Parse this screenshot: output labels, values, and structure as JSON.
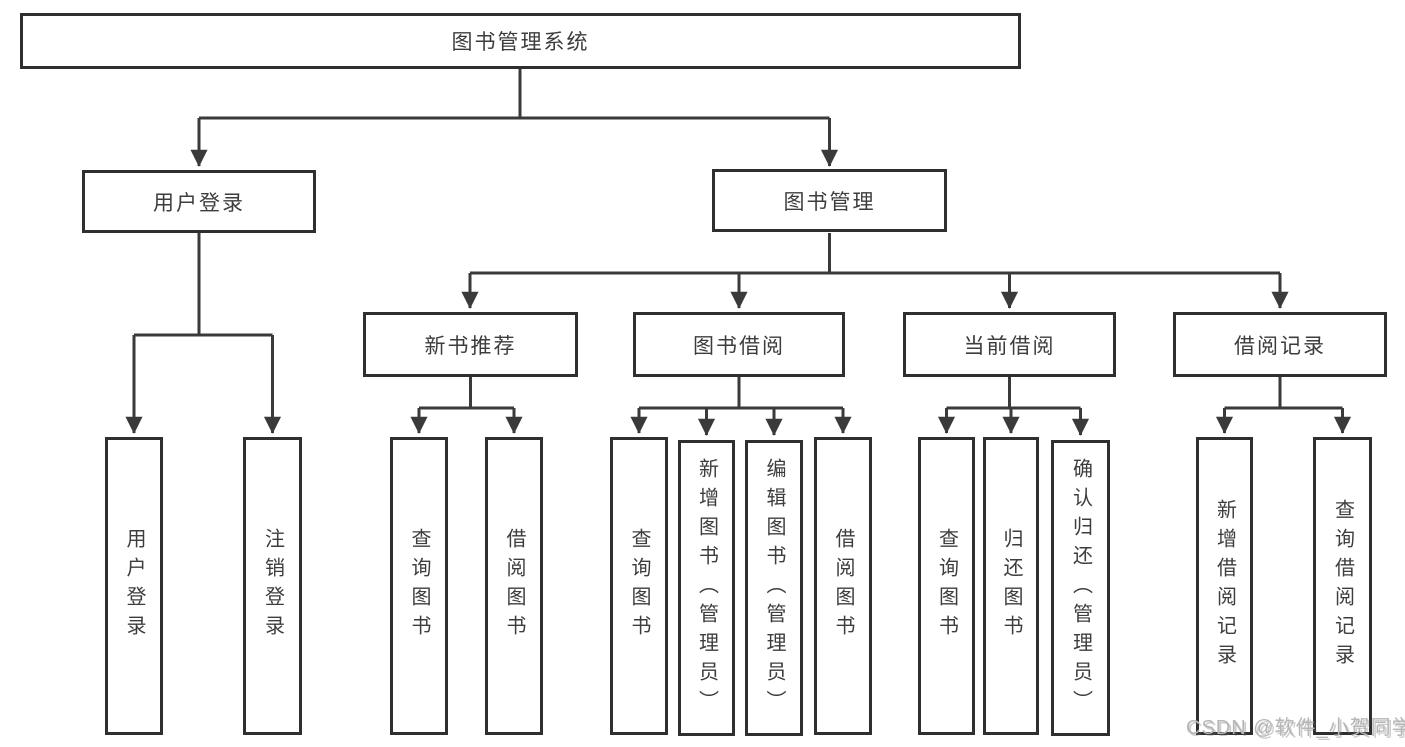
{
  "diagram": {
    "title": "图书管理系统",
    "root": {
      "label": "图书管理系统"
    },
    "level2": [
      {
        "label": "用户登录",
        "leaves": [
          "用户登录",
          "注销登录"
        ]
      },
      {
        "label": "图书管理"
      }
    ],
    "level3": [
      {
        "label": "新书推荐",
        "leaves": [
          "查询图书",
          "借阅图书"
        ]
      },
      {
        "label": "图书借阅",
        "leaves": [
          "查询图书",
          "新增图书（管理员）",
          "编辑图书（管理员）",
          "借阅图书"
        ]
      },
      {
        "label": "当前借阅",
        "leaves": [
          "查询图书",
          "归还图书",
          "确认归还（管理员）"
        ]
      },
      {
        "label": "借阅记录",
        "leaves": [
          "新增借阅记录",
          "查询借阅记录"
        ]
      }
    ],
    "watermark": "CSDN @软件_小贺同学",
    "colors": {
      "line": "#3a3a3a",
      "box_border": "#2f2f2f",
      "text": "#3d3d3d",
      "watermark": "#b6b6b6",
      "background": "#ffffff"
    }
  }
}
